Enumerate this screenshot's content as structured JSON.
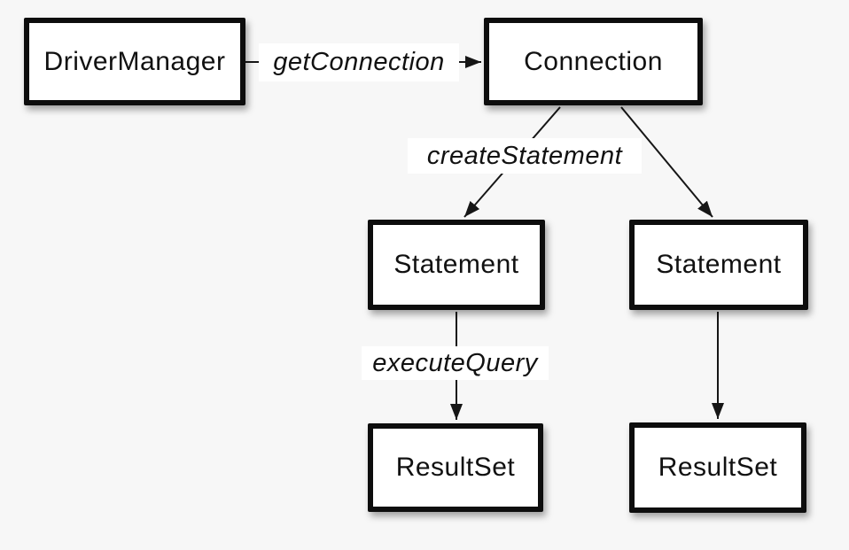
{
  "diagram": {
    "nodes": {
      "driver_manager": "DriverManager",
      "connection": "Connection",
      "statement_left": "Statement",
      "statement_right": "Statement",
      "resultset_left": "ResultSet",
      "resultset_right": "ResultSet"
    },
    "edges": {
      "get_connection": "getConnection",
      "create_statement": "createStatement",
      "execute_query": "executeQuery"
    },
    "colors": {
      "background": "#f7f7f7",
      "box_fill": "#ffffff",
      "box_border": "#0d0d0d",
      "line": "#161616",
      "text": "#111111"
    }
  }
}
